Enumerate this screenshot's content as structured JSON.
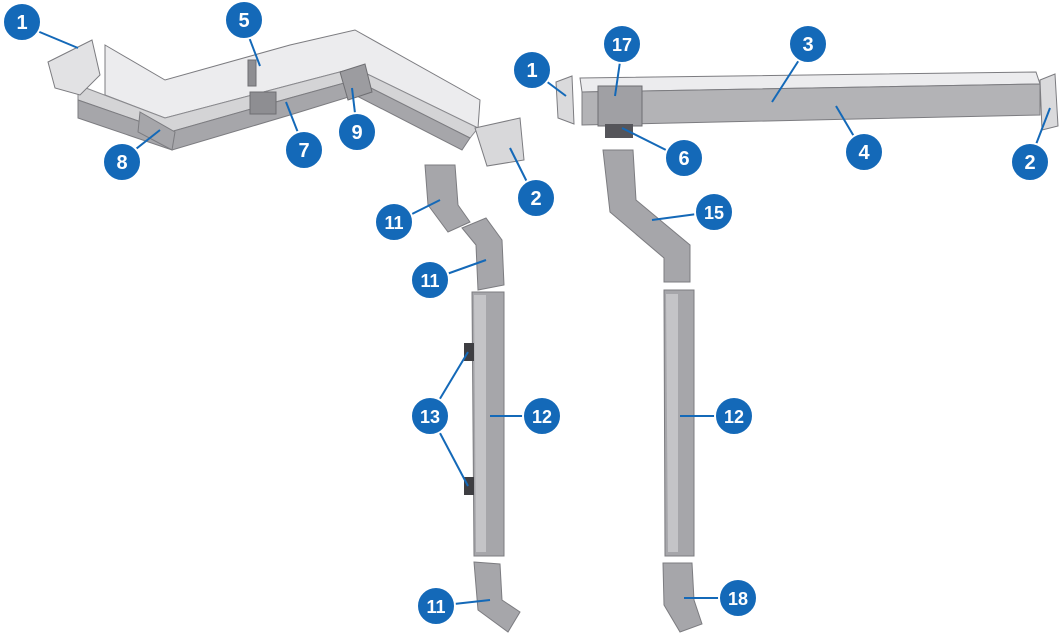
{
  "colors": {
    "badge": "#1469b8",
    "badge_text": "#ffffff",
    "leader": "#1469b8",
    "part_face": "#b9b9bc",
    "part_dark": "#9a9a9e",
    "part_light": "#ececee",
    "part_edge": "#7c7c80"
  },
  "callouts": [
    {
      "id": "c1a",
      "label": "1"
    },
    {
      "id": "c5",
      "label": "5"
    },
    {
      "id": "c8",
      "label": "8"
    },
    {
      "id": "c7",
      "label": "7"
    },
    {
      "id": "c9",
      "label": "9"
    },
    {
      "id": "c2a",
      "label": "2"
    },
    {
      "id": "c1b",
      "label": "1"
    },
    {
      "id": "c17",
      "label": "17"
    },
    {
      "id": "c3",
      "label": "3"
    },
    {
      "id": "c6",
      "label": "6"
    },
    {
      "id": "c4",
      "label": "4"
    },
    {
      "id": "c2b",
      "label": "2"
    },
    {
      "id": "c15",
      "label": "15"
    },
    {
      "id": "c11a",
      "label": "11"
    },
    {
      "id": "c11b",
      "label": "11"
    },
    {
      "id": "c13",
      "label": "13"
    },
    {
      "id": "c12a",
      "label": "12"
    },
    {
      "id": "c12b",
      "label": "12"
    },
    {
      "id": "c11c",
      "label": "11"
    },
    {
      "id": "c18",
      "label": "18"
    }
  ]
}
